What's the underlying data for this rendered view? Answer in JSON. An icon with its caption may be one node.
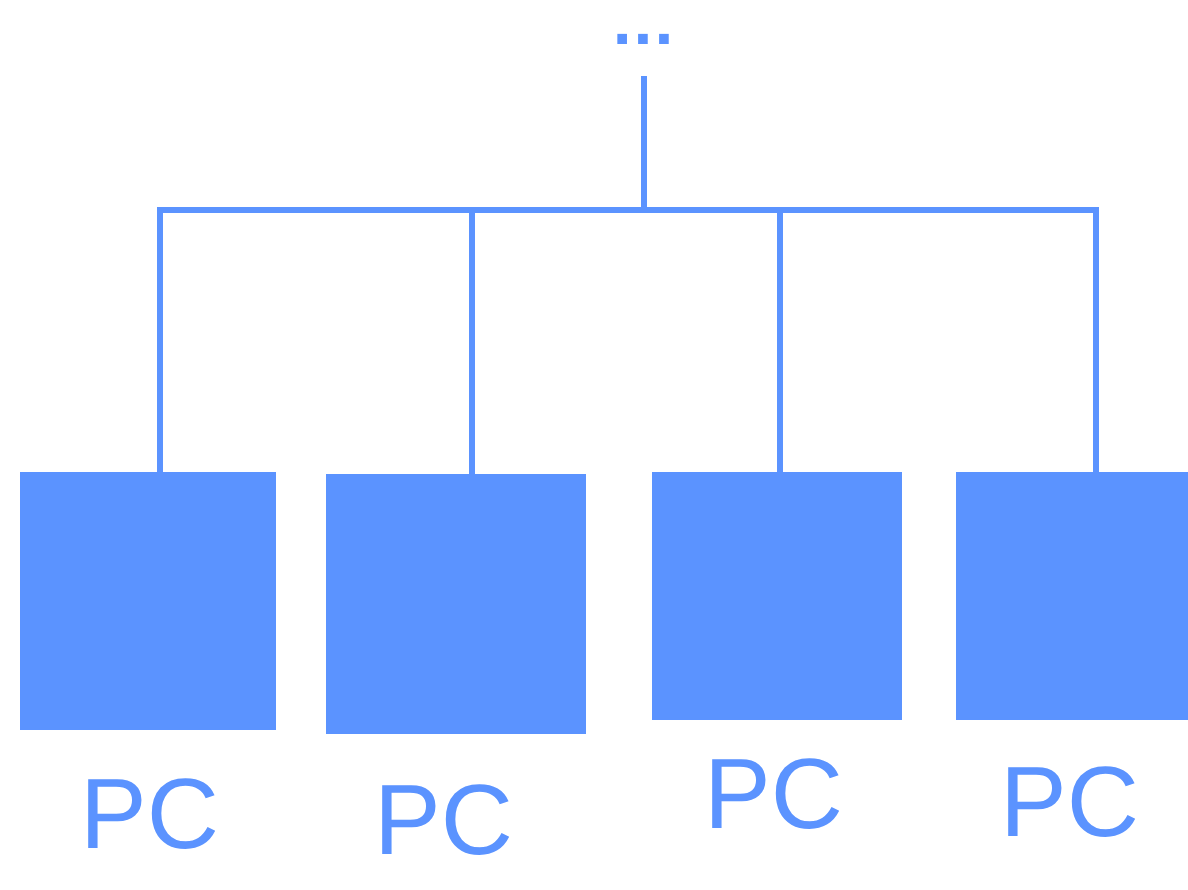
{
  "diagram": {
    "nodes": [
      {
        "text": [
          "..."
        ]
      },
      {
        "text": [
          "PC"
        ]
      },
      {
        "text": [
          "PC"
        ]
      },
      {
        "text": [
          "PC"
        ]
      },
      {
        "text": [
          "PC"
        ]
      }
    ],
    "edges": [
      {
        "from": 0,
        "to": 1,
        "arrow": "none"
      },
      {
        "from": 0,
        "to": 2,
        "arrow": "none"
      },
      {
        "from": 0,
        "to": 3,
        "arrow": "none"
      },
      {
        "from": 0,
        "to": 4,
        "arrow": "none"
      }
    ]
  }
}
